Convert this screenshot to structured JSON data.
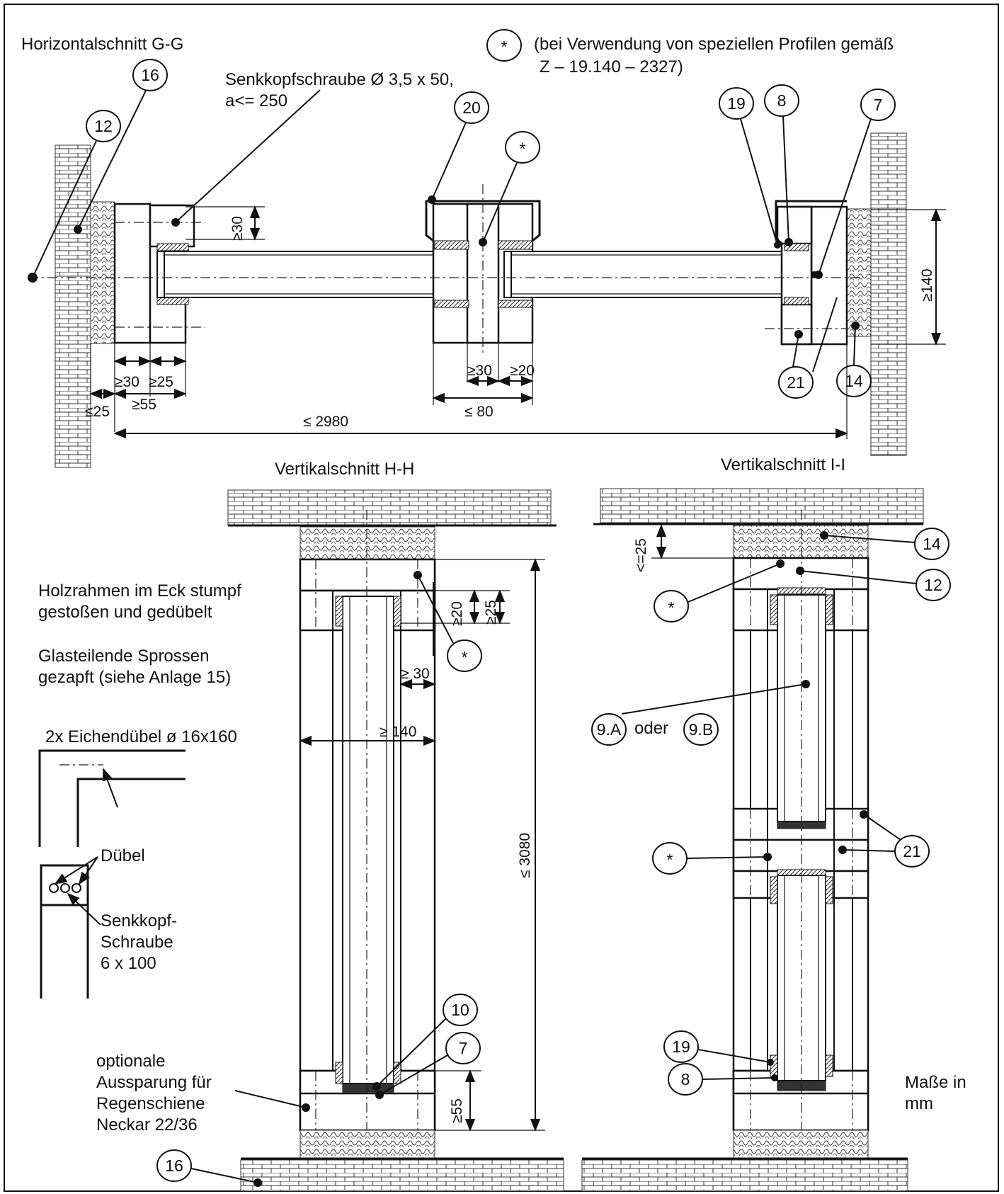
{
  "colors": {
    "line": "#111111",
    "background": "#ffffff"
  },
  "horizontal": {
    "title": "Horizontalschnitt G-G",
    "star_note_line1": "(bei Verwendung von speziellen Profilen gemäß",
    "star_note_line2": "Z – 19.140 – 2327)",
    "screw_line1": "Senkkopfschraube  Ø 3,5  x 50,",
    "screw_line2": "a<= 250",
    "dims": {
      "ge30_v": "≥30",
      "ge140": "≥140",
      "ge30_a": "≥30",
      "ge25_a": "≥25",
      "ge55": "≥55",
      "le25": "≤25",
      "le2980": "≤ 2980",
      "ge30_b": "≥30",
      "ge20": "≥20",
      "le80": "≤ 80"
    }
  },
  "vertical_hh": {
    "title": "Vertikalschnitt H-H",
    "dims": {
      "ge20": "≥20",
      "ge25": "≥25",
      "ge30": "≥ 30",
      "ge140": "≥ 140",
      "le3080": "≤ 3080",
      "ge55": "≥55"
    }
  },
  "vertical_ii": {
    "title": "Vertikalschnitt  I-I",
    "dims": {
      "le25": "<=25"
    },
    "oder": "oder"
  },
  "notes": {
    "frame_line1": "Holzrahmen im Eck stumpf",
    "frame_line2": "gestoßen und gedübelt",
    "bars_line1": "Glasteilende Sprossen",
    "bars_line2": "gezapft  (siehe Anlage 15)",
    "dowel_title": "2x Eichendübel ø 16x160",
    "duebel": "Dübel",
    "screw_line1": "Senkkopf-",
    "screw_line2": "Schraube",
    "screw_line3": "6 x 100",
    "rail_line1": "optionale",
    "rail_line2": "Aussparung für",
    "rail_line3": "Regenschiene",
    "rail_line4": "Neckar 22/36",
    "units_line1": "Maße in",
    "units_line2": "mm"
  },
  "bubbles": {
    "star": "*",
    "b16": "16",
    "b12": "12",
    "b20": "20",
    "b19": "19",
    "b8": "8",
    "b7": "7",
    "b21": "21",
    "b14": "14",
    "b10": "10",
    "b9a": "9.A",
    "b9b": "9.B"
  }
}
